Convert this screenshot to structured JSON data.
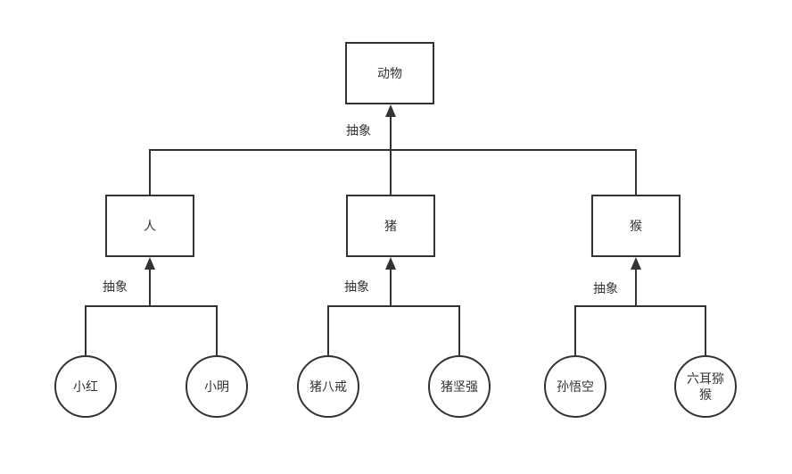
{
  "edge_labels": {
    "top": "抽象",
    "left": "抽象",
    "middle": "抽象",
    "right": "抽象"
  },
  "nodes": {
    "animal": {
      "label": "动物"
    },
    "human": {
      "label": "人"
    },
    "pig": {
      "label": "猪"
    },
    "monkey": {
      "label": "猴"
    },
    "xiaohong": {
      "label": "小红"
    },
    "xiaoming": {
      "label": "小明"
    },
    "zhubajie": {
      "label": "猪八戒"
    },
    "zhujianqiang": {
      "label": "猪坚强"
    },
    "sunwukong": {
      "label": "孙悟空"
    },
    "liuermihou": {
      "label": "六耳猕猴"
    }
  },
  "colors": {
    "line": "#333333",
    "node_border": "#333333",
    "text": "#333333",
    "background": "#ffffff"
  }
}
